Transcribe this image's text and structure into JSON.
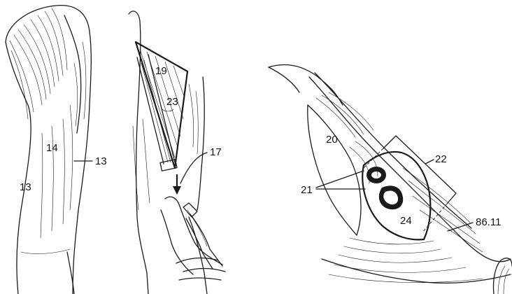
{
  "figure": {
    "labels": {
      "left_thigh_front": "14",
      "left_thigh_side_left": "13",
      "left_thigh_side_right": "13",
      "middle_triangle_apex": "19",
      "middle_triangle_mid": "23",
      "middle_arrow": "17",
      "right_cavity": "20",
      "right_vessels_pointer": "21",
      "right_bracket": "22",
      "right_bottom_vessel": "24",
      "right_reference": "86.11"
    }
  }
}
